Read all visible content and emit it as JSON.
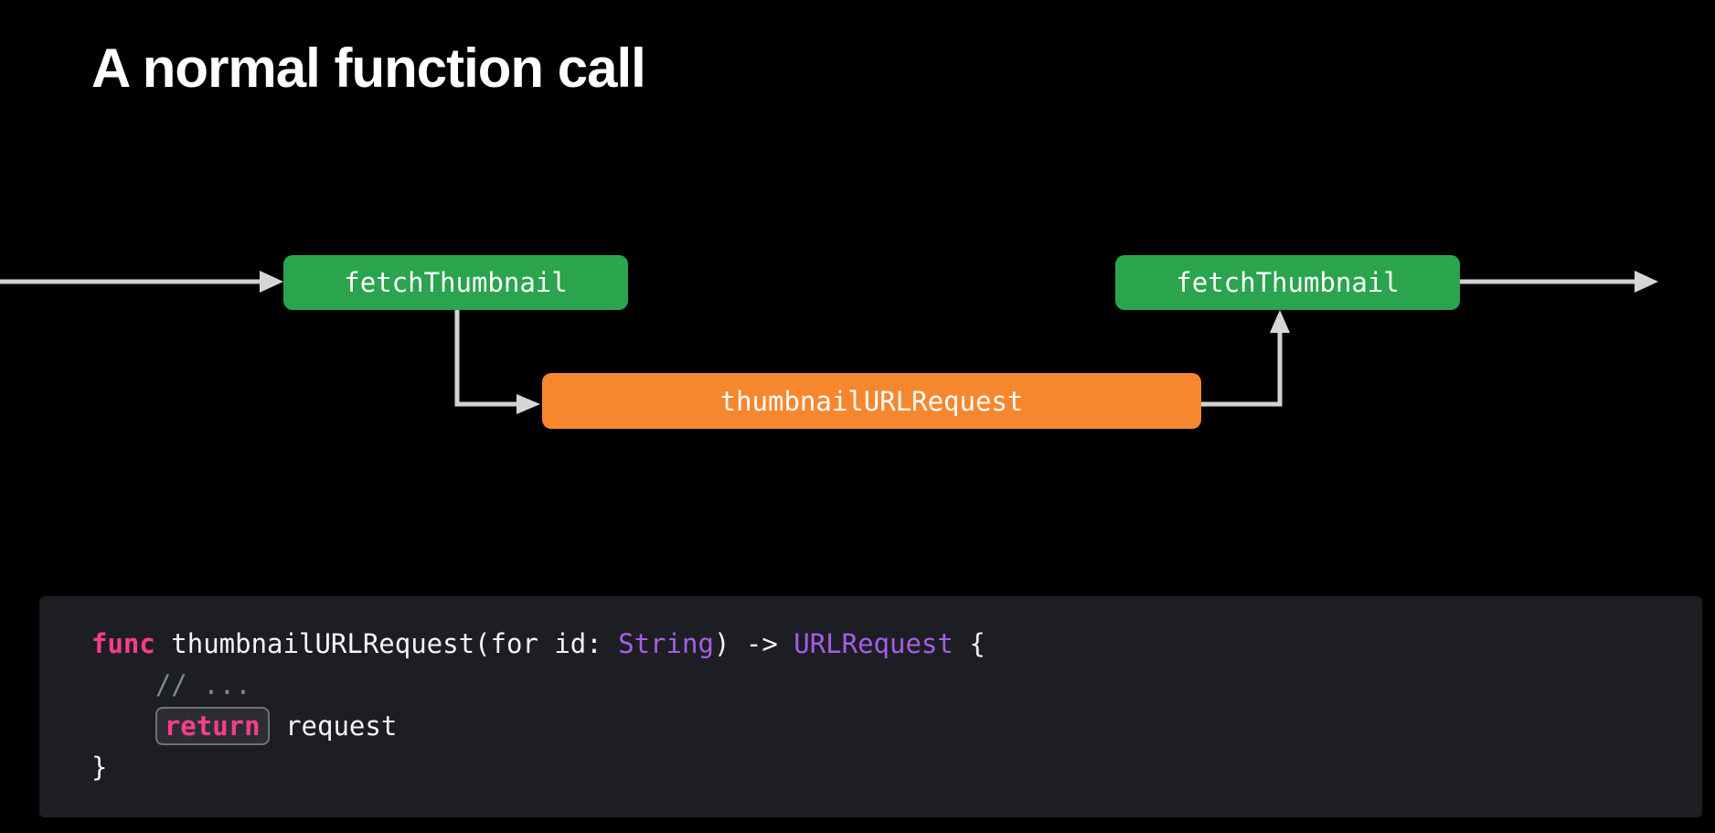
{
  "title": "A normal function call",
  "diagram": {
    "nodes": {
      "fetch1": "fetchThumbnail",
      "request": "thumbnailURLRequest",
      "fetch2": "fetchThumbnail"
    },
    "colors": {
      "function_node": "#2aa44d",
      "callee_node": "#f7872e",
      "arrow": "#d2d2d2"
    }
  },
  "code": {
    "keyword_func": "func",
    "l1_name": " thumbnailURLRequest(for id: ",
    "l1_type1": "String",
    "l1_mid": ") -> ",
    "l1_type2": "URLRequest",
    "l1_end": " {",
    "indent": "    ",
    "comment": "// ...",
    "keyword_return": "return",
    "l3_rest": " request",
    "l4_brace": "}",
    "colors": {
      "background": "#1d1e23",
      "keyword": "#fb3d8c",
      "type": "#a45ee8",
      "comment": "#7d8894",
      "plain": "#f5f5f7"
    }
  }
}
